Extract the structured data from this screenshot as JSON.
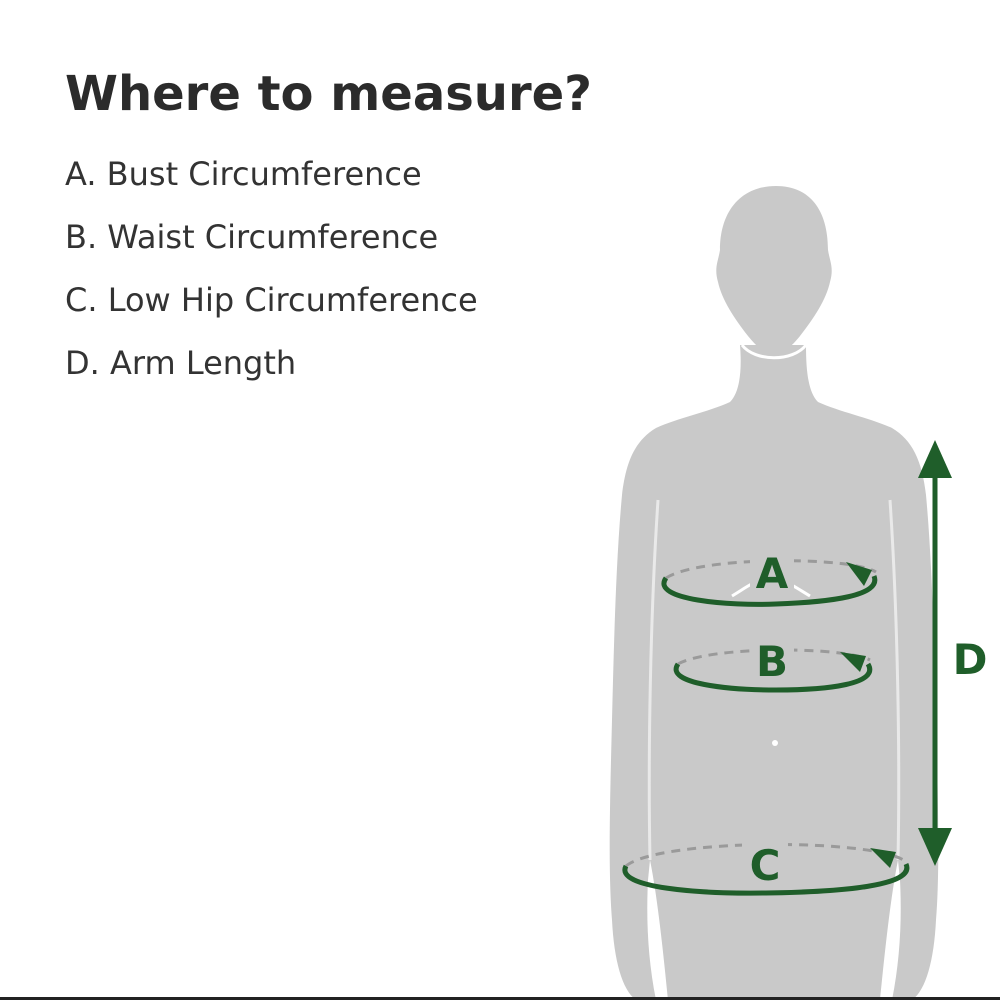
{
  "title": "Where to measure?",
  "measurements": [
    {
      "label": "A. Bust Circumference"
    },
    {
      "label": "B. Waist Circumference"
    },
    {
      "label": "C. Low Hip Circumference"
    },
    {
      "label": "D. Arm Length"
    }
  ],
  "markers": {
    "a": "A",
    "b": "B",
    "c": "C",
    "d": "D"
  },
  "colors": {
    "accent": "#1f5e2a",
    "silhouette": "#c9c9c9",
    "title": "#2b2b2b",
    "text": "#333333"
  }
}
